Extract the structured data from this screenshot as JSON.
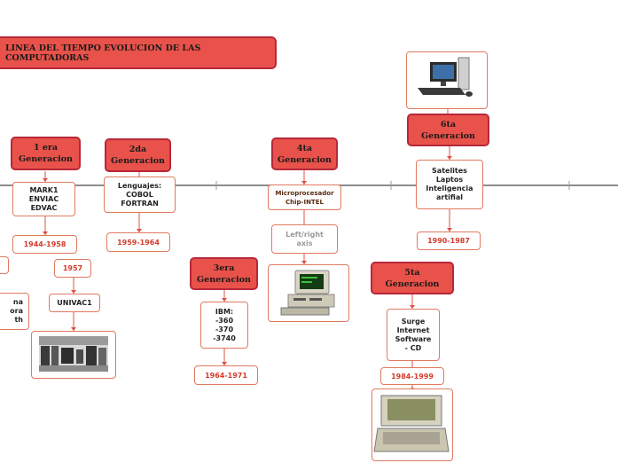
{
  "title": "LINEA DEL TIEMPO EVOLUCION DE LAS COMPUTADORAS",
  "generations": {
    "g1": "1 era\nGeneracion",
    "g2": "2da\nGeneracion",
    "g3": "3era\nGeneracion",
    "g4": "4ta\nGeneracion",
    "g5": "5ta\nGeneracion",
    "g6": "6ta\nGeneracion"
  },
  "details": {
    "g1": "MARK1\nENVIAC\nEDVAC",
    "g2": "Lenguajes:\nCOBOL\nFORTRAN",
    "g3": "IBM:\n-360\n-370\n-3740",
    "g4": "Microprocesador\nChip-INTEL",
    "g5": "Surge\nInternet\nSoftware\n- CD",
    "g6": "Satelites\nLaptos\nInteligencia\nartifial",
    "univac": "UNIVAC1",
    "partial_left": "na\nora\nth"
  },
  "dates": {
    "g1": "1944-1958",
    "g1b": "1957",
    "g2": "1959-1964",
    "g3": "1964-1971",
    "g5": "1984-1999",
    "g6": "1990-1987"
  },
  "axis_label": "Left/right\naxis"
}
